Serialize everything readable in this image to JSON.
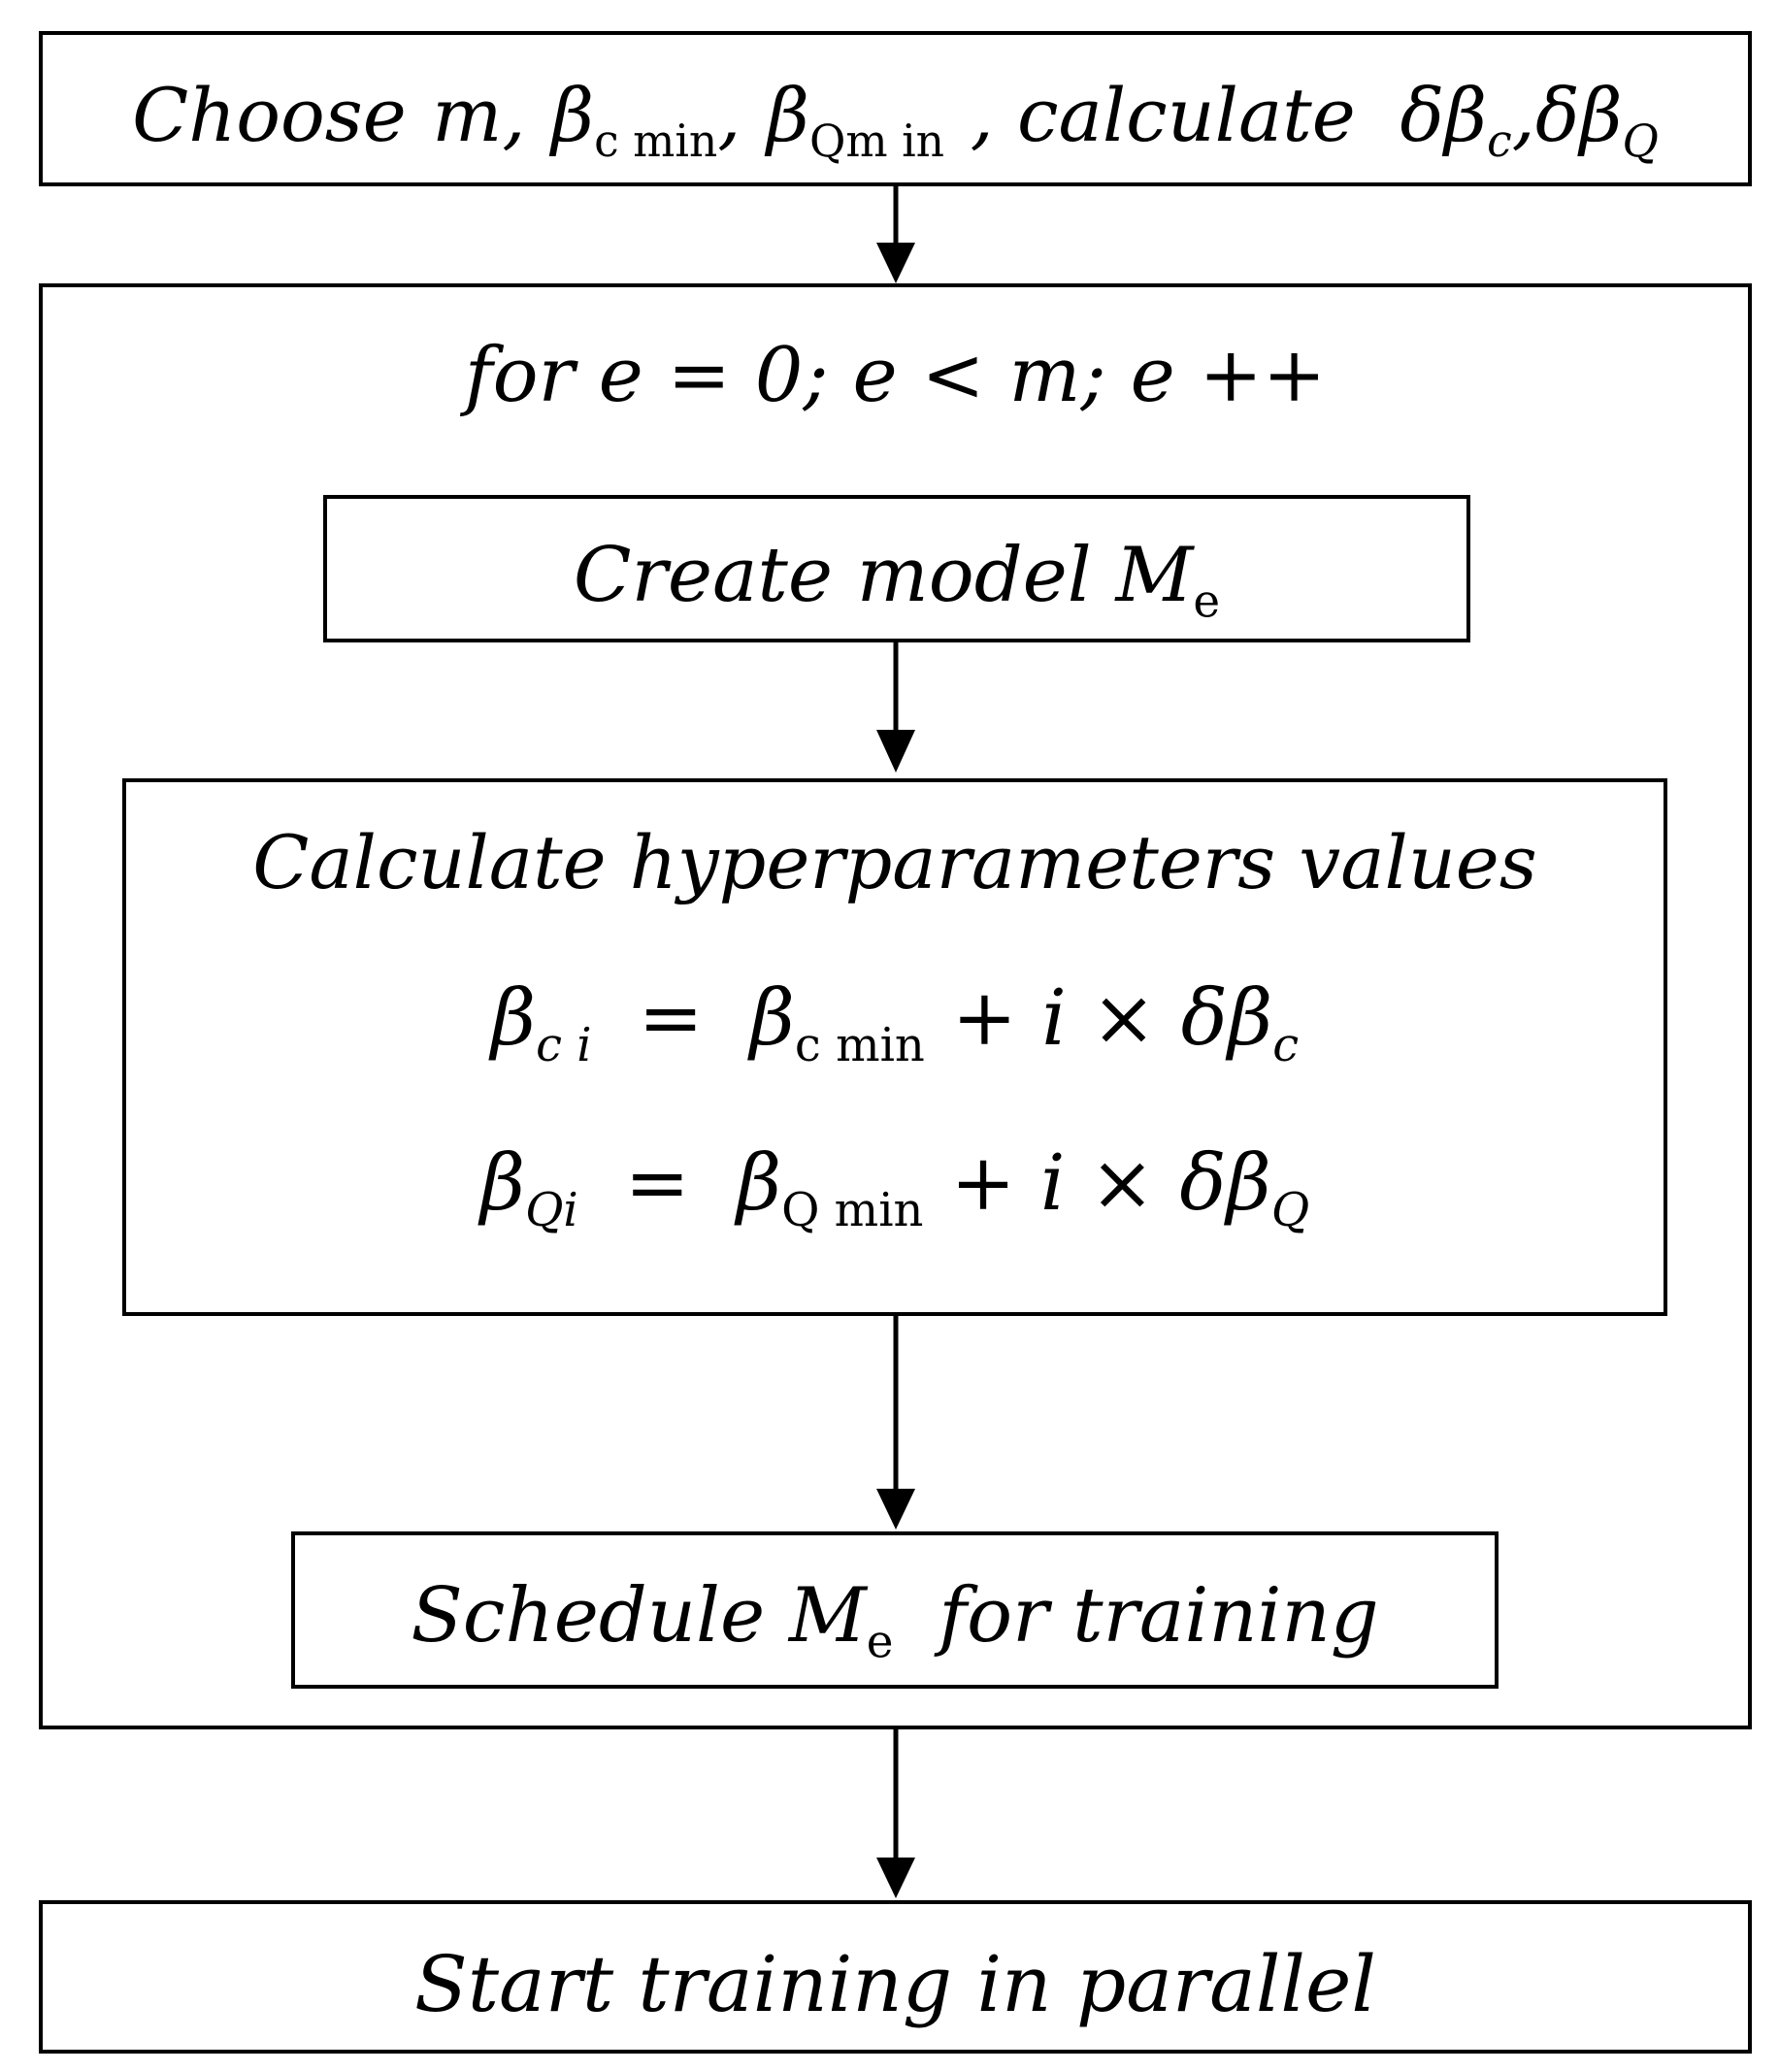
{
  "step1": {
    "choose": "Choose",
    "m": "m",
    "comma": ",",
    "beta": "β",
    "c_min": "c min",
    "q_min": "Qm in",
    "calc": ", calculate",
    "delta": "δ",
    "c": "c",
    "q": "Q"
  },
  "loop": {
    "for_text": "for e = 0; e < m; e ++"
  },
  "create": {
    "text": "Create model M",
    "sub": "e"
  },
  "calc": {
    "title": "Calculate hyperparameters values",
    "eq1_lhs": "β",
    "eq1_lhs_sub": "c i",
    "eq1_rhs_beta": "β",
    "eq1_rhs_sub": "c min",
    "eq1_rest": "+ i × δβ",
    "eq1_rest_sub": "c",
    "eq2_lhs": "β",
    "eq2_lhs_sub": "Qi",
    "eq2_rhs_beta": "β",
    "eq2_rhs_sub": "Q min",
    "eq2_rest": "+ i × δβ",
    "eq2_rest_sub": "Q",
    "equals": "="
  },
  "schedule": {
    "pre": "Schedule M",
    "sub": "e",
    "post": "for training"
  },
  "start": {
    "text": "Start training in parallel"
  },
  "colors": {
    "stroke": "#000000",
    "text": "#000000",
    "background": "#ffffff"
  }
}
